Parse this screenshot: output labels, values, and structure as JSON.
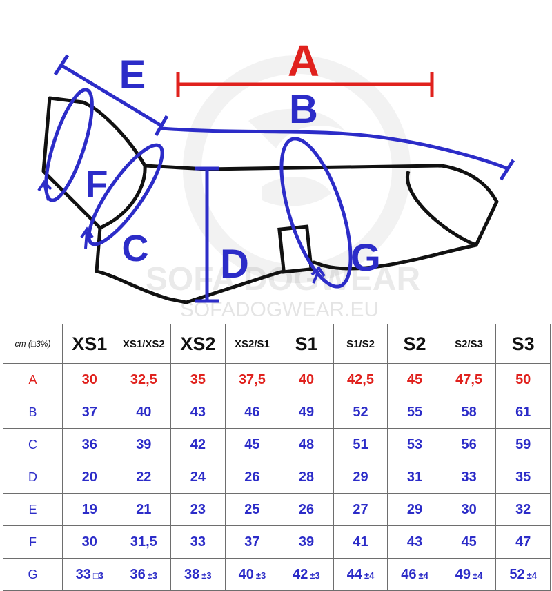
{
  "diagram": {
    "letters": {
      "A": "A",
      "B": "B",
      "C": "C",
      "D": "D",
      "E": "E",
      "F": "F",
      "G": "G"
    },
    "watermark_top": "SOFA DOGWEAR",
    "watermark_bottom": "SOFADOGWEAR.EU"
  },
  "table": {
    "unit_label": "cm (□3%)",
    "sizes": [
      {
        "label": "XS1",
        "style": "big"
      },
      {
        "label": "XS1/XS2",
        "style": "small"
      },
      {
        "label": "XS2",
        "style": "big"
      },
      {
        "label": "XS2/S1",
        "style": "small"
      },
      {
        "label": "S1",
        "style": "big"
      },
      {
        "label": "S1/S2",
        "style": "small"
      },
      {
        "label": "S2",
        "style": "big"
      },
      {
        "label": "S2/S3",
        "style": "small"
      },
      {
        "label": "S3",
        "style": "big"
      }
    ],
    "rows": [
      {
        "label": "A",
        "color": "#e0211d",
        "values": [
          "30",
          "32,5",
          "35",
          "37,5",
          "40",
          "42,5",
          "45",
          "47,5",
          "50"
        ]
      },
      {
        "label": "B",
        "color": "#2c2cc8",
        "values": [
          "37",
          "40",
          "43",
          "46",
          "49",
          "52",
          "55",
          "58",
          "61"
        ]
      },
      {
        "label": "C",
        "color": "#2c2cc8",
        "values": [
          "36",
          "39",
          "42",
          "45",
          "48",
          "51",
          "53",
          "56",
          "59"
        ]
      },
      {
        "label": "D",
        "color": "#2c2cc8",
        "values": [
          "20",
          "22",
          "24",
          "26",
          "28",
          "29",
          "31",
          "33",
          "35"
        ]
      },
      {
        "label": "E",
        "color": "#2c2cc8",
        "values": [
          "19",
          "21",
          "23",
          "25",
          "26",
          "27",
          "29",
          "30",
          "32"
        ]
      },
      {
        "label": "F",
        "color": "#2c2cc8",
        "values": [
          "30",
          "31,5",
          "33",
          "37",
          "39",
          "41",
          "43",
          "45",
          "47"
        ]
      },
      {
        "label": "G",
        "color": "#2c2cc8",
        "values": [
          "33",
          "36",
          "38",
          "40",
          "42",
          "44",
          "46",
          "49",
          "52"
        ],
        "tolerances": [
          "□3",
          "±3",
          "±3",
          "±3",
          "±3",
          "±4",
          "±4",
          "±4",
          "±4"
        ]
      }
    ]
  }
}
